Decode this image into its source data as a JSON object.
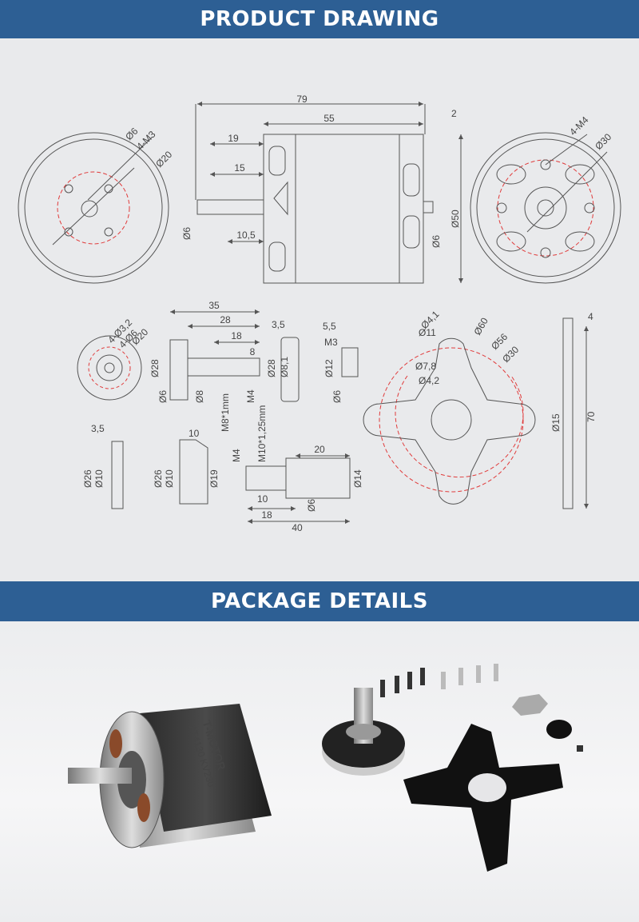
{
  "sections": {
    "drawing_title": "PRODUCT DRAWING",
    "package_title": "PACKAGE DETAILS"
  },
  "colors": {
    "banner": "#2d5f94",
    "line": "#555555",
    "centerline": "#e03b3b"
  },
  "dimensions": {
    "motor_side": {
      "total": "79",
      "body": "55",
      "gap": "2",
      "shaft_19": "19",
      "shaft_15": "15",
      "shaft_10_5": "10,5",
      "shaft_dia_left": "Ø6",
      "shaft_dia_right": "Ø6",
      "body_dia": "Ø50"
    },
    "front_view": {
      "hole_dia": "Ø6",
      "screws": "4-M3",
      "pcd": "Ø20"
    },
    "rear_view": {
      "screws": "4-M4",
      "pcd": "Ø30"
    },
    "prop_adapter": {
      "holes": "4-Ø3,2",
      "hole_dia": "4-Ø6",
      "pcd": "Ø20",
      "len_35": "35",
      "len_28": "28",
      "len_18": "18",
      "len_8": "8",
      "dia_28": "Ø28",
      "dia_6": "Ø6",
      "dia_8": "Ø8",
      "thread": "M8*1mm",
      "screw": "M4"
    },
    "washer": {
      "thk": "3,5",
      "dia_28": "Ø28",
      "dia_8": "Ø8,1"
    },
    "collar": {
      "len": "5,5",
      "screw": "M3",
      "dia_12": "Ø12",
      "dia_6": "Ø6"
    },
    "x_mount": {
      "d41": "Ø4,1",
      "d11": "Ø11",
      "d60": "Ø60",
      "d56": "Ø56",
      "d30": "Ø30",
      "d78": "Ø7,8",
      "d42": "Ø4,2"
    },
    "x_mount_side": {
      "thk": "4",
      "dia": "Ø15",
      "len": "70"
    },
    "part_a": {
      "thk": "3,5",
      "dia_26": "Ø26",
      "dia_10": "Ø10"
    },
    "part_b": {
      "len": "10",
      "dia_26": "Ø26",
      "dia_10": "Ø10",
      "dia_19": "Ø19"
    },
    "shaft_ext": {
      "thread": "M10*1,25mm",
      "screw": "M4",
      "len_20": "20",
      "dia_14": "Ø14",
      "len_10": "10",
      "dia_6": "Ø6",
      "len_18": "18",
      "len_40": "40"
    }
  },
  "motor_label": {
    "brand": "T-MOTOR",
    "model": "AT4130 KV230"
  }
}
